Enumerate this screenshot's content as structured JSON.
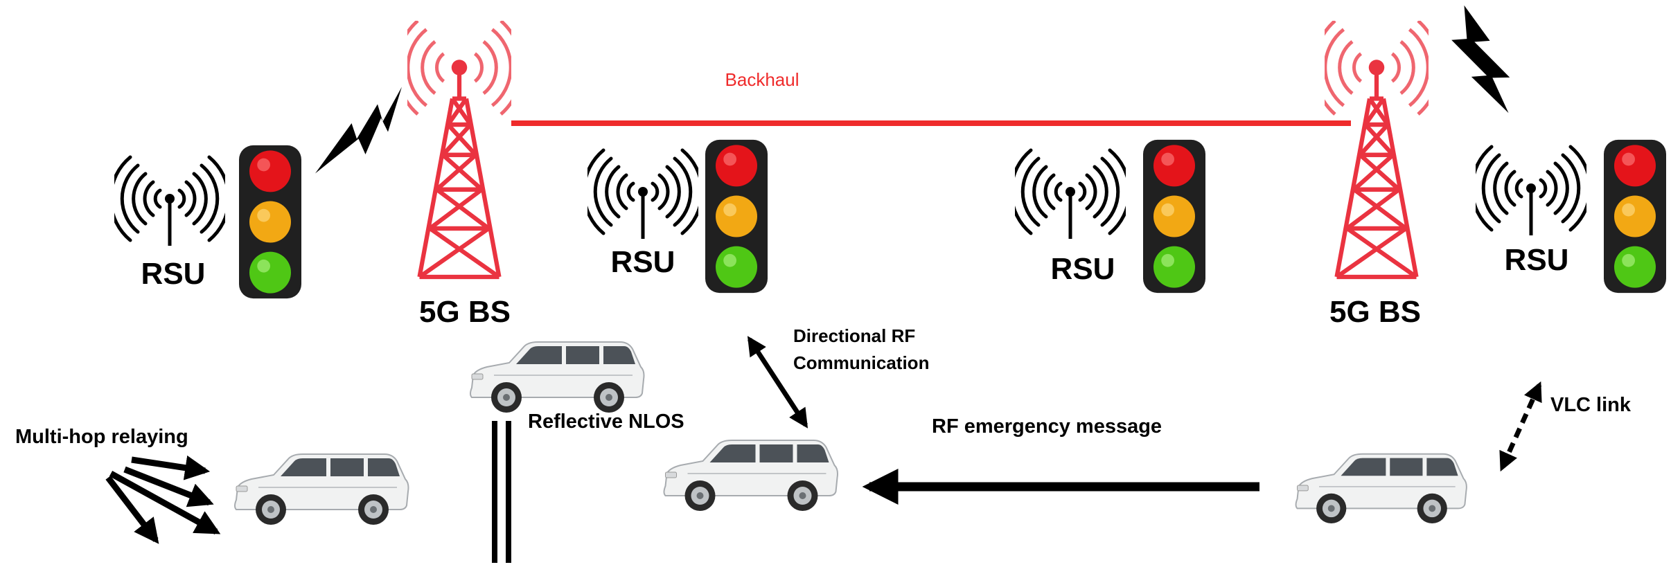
{
  "colors": {
    "backhaul": "#ef2b2b",
    "tower": "#ea3340",
    "black": "#000000",
    "car_body": "#f1f2f2",
    "car_window": "#4c5258",
    "light_red": "#e4141a",
    "light_amber": "#f2a814",
    "light_green": "#4fc715",
    "light_housing": "#202020"
  },
  "labels": {
    "backhaul": "Backhaul",
    "bs_left": "5G BS",
    "bs_right": "5G BS",
    "rsu_1": "RSU",
    "rsu_2": "RSU",
    "rsu_3": "RSU",
    "rsu_4": "RSU",
    "directional_line1": "Directional RF",
    "directional_line2": "Communication",
    "reflective": "Reflective NLOS",
    "multihop": "Multi-hop relaying",
    "emergency": "RF emergency message",
    "vlc": "VLC link"
  },
  "icons": {
    "base_station": "cell-tower-icon",
    "rsu": "antenna-broadcast-icon",
    "traffic_light": "traffic-light-icon",
    "vehicle": "suv-car-icon",
    "lightning": "lightning-bolt-icon",
    "wall": "reflective-wall-icon"
  }
}
